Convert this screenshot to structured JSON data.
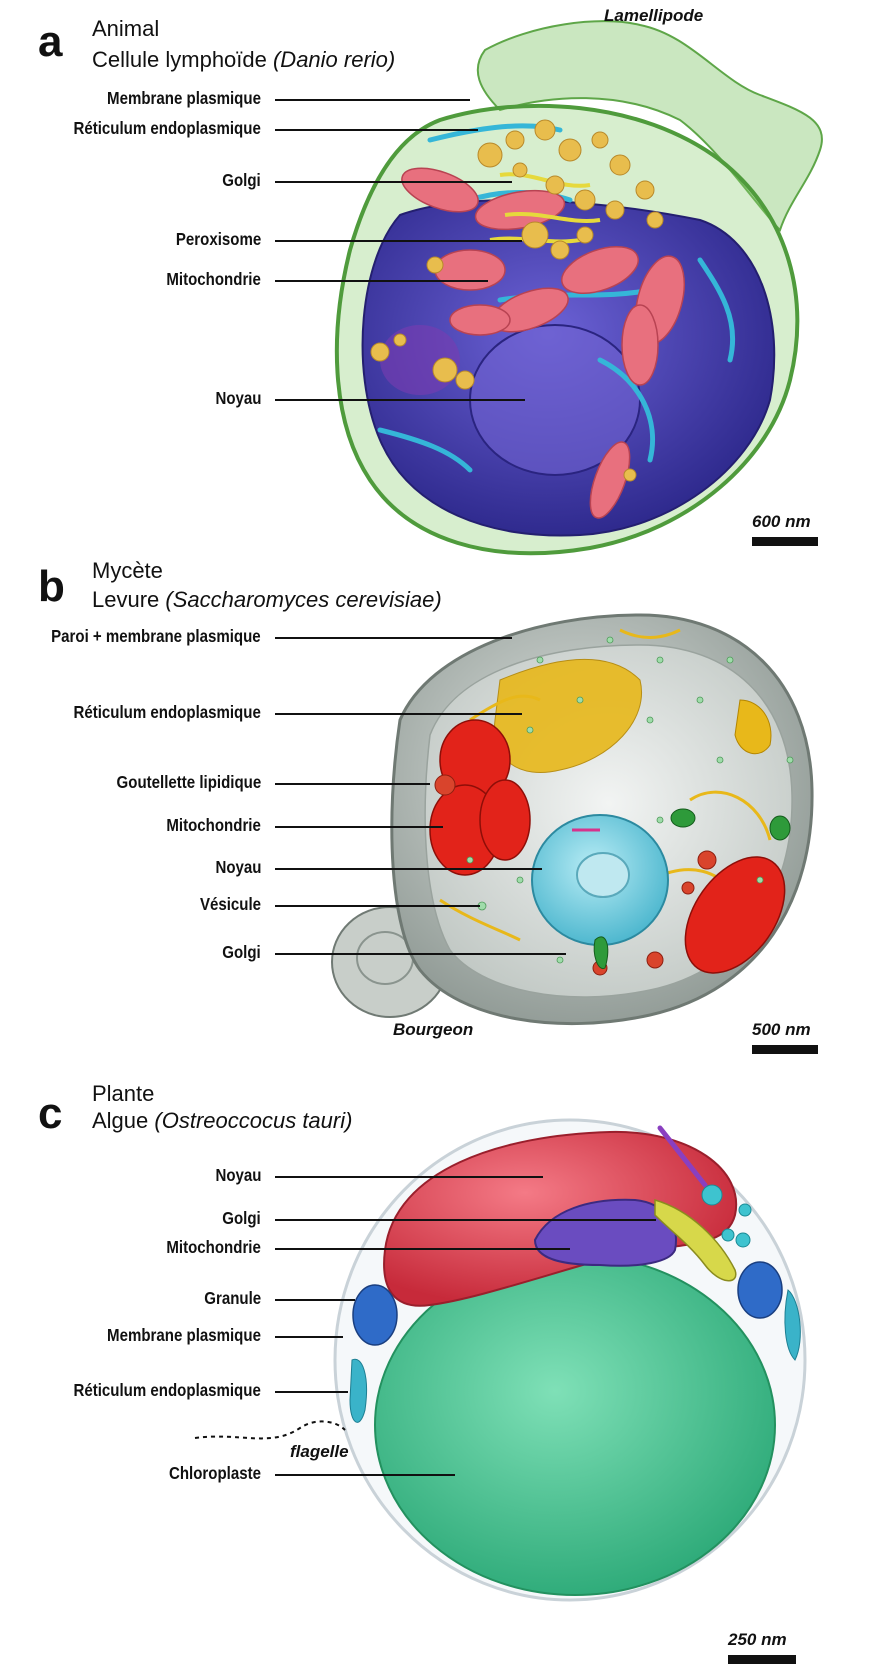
{
  "panels": [
    {
      "letter": "a",
      "kingdom": "Animal",
      "organism": "Cellule lymphoïde ",
      "species": "(Danio rerio)",
      "labels": [
        "Membrane plasmique",
        "Réticulum endoplasmique",
        "Golgi",
        "Peroxisome",
        "Mitochondrie",
        "Noyau"
      ],
      "annotation": "Lamellipode",
      "scale_bar": "600 nm"
    },
    {
      "letter": "b",
      "kingdom": "Mycète",
      "organism": "Levure ",
      "species": "(Saccharomyces cerevisiae)",
      "labels": [
        "Paroi + membrane plasmique",
        "Réticulum endoplasmique",
        "Goutellette lipidique",
        "Mitochondrie",
        "Noyau",
        "Vésicule",
        "Golgi"
      ],
      "annotation": "Bourgeon",
      "scale_bar": "500 nm"
    },
    {
      "letter": "c",
      "kingdom": "Plante",
      "organism": "Algue ",
      "species": "(Ostreoccocus tauri)",
      "labels": [
        "Noyau",
        "Golgi",
        "Mitochondrie",
        "Granule",
        "Membrane plasmique",
        "Réticulum endoplasmique",
        "Chloroplaste"
      ],
      "annotation": "flagelle",
      "scale_bar": "250 nm"
    }
  ],
  "colors": {
    "membrane": "#7fc06a",
    "er": "#35b6d8",
    "golgi": "#e4d23a",
    "peroxisome": "#e2b84a",
    "mitochondria": "#e66a78",
    "nucleus_a": "#4a3fae",
    "wall": "#a9b2ad",
    "nucleus_b": "#7fd3e3",
    "mito_b": "#e2231a",
    "golgi_b": "#2e9a3a",
    "nucleus_c": "#e8404e",
    "mito_c": "#6a4cc0",
    "granule": "#2f6bc8",
    "chloroplast": "#3cbf8c"
  }
}
